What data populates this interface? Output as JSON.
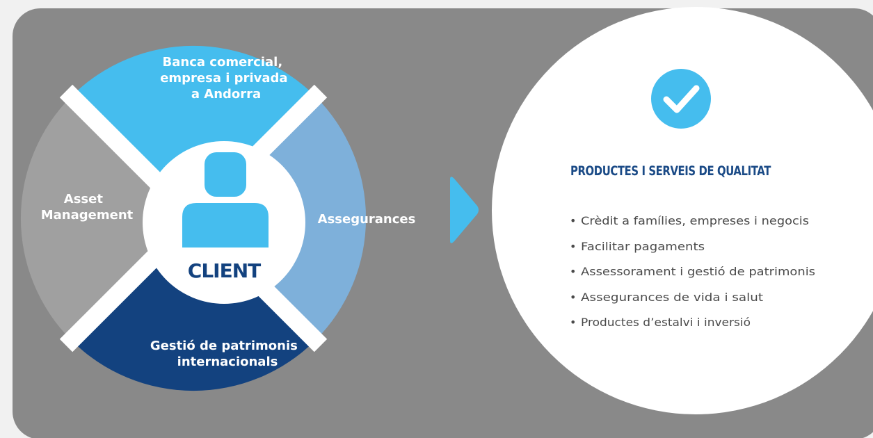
{
  "segments": {
    "top": {
      "line1": "Banca comercial,",
      "line2": "empresa i privada",
      "line3": "a Andorra"
    },
    "left": {
      "line1": "Asset",
      "line2": "Management"
    },
    "right": {
      "line1": "Assegurances"
    },
    "bottom": {
      "line1": "Gestió de patrimonis",
      "line2": "internacionals"
    }
  },
  "center": {
    "label": "CLIENT"
  },
  "panel": {
    "title": "PRODUCTES I SERVEIS DE QUALITAT",
    "items": [
      "Crèdit a famílies, empreses i negocis",
      "Facilitar pagaments",
      "Assessorament i gestió de patrimonis",
      "Assegurances de vida i salut",
      "Productes d’estalvi i inversió"
    ]
  },
  "colors": {
    "background": "#898989",
    "top": "#45bdee",
    "left": "#a0a0a0",
    "right": "#7eb0da",
    "bottom": "#13427f",
    "client_icon": "#45bdee",
    "client_text": "#13427f",
    "arrow": "#45bdee",
    "check_circle": "#45bdee",
    "panel_title": "#1a4a86"
  },
  "icons": {
    "center": "person-icon",
    "panel": "check-icon",
    "connector": "arrow-right-icon"
  }
}
